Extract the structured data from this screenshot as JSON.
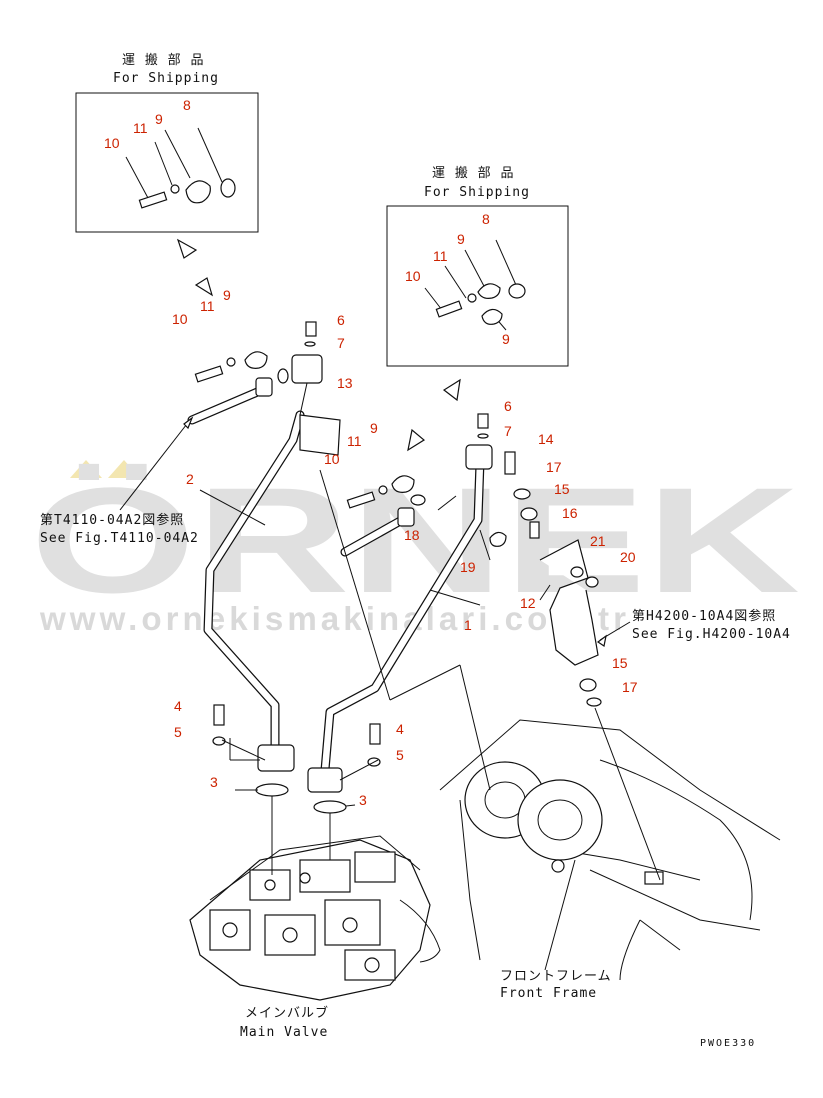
{
  "watermark": {
    "brand": "ÖRNEK",
    "url": "www.ornekismakinalari.com.tr"
  },
  "shipping_box_1": {
    "title_jp": "運 搬 部 品",
    "title_en": "For Shipping",
    "callouts": [
      "8",
      "9",
      "11",
      "10"
    ]
  },
  "shipping_box_2": {
    "title_jp": "運 搬 部 品",
    "title_en": "For Shipping",
    "callouts": [
      "8",
      "9",
      "11",
      "10",
      "9"
    ]
  },
  "references": {
    "ref_left_jp": "第T4110-04A2図参照",
    "ref_left_en": "See Fig.T4110-04A2",
    "ref_right_jp": "第H4200-10A4図参照",
    "ref_right_en": "See Fig.H4200-10A4"
  },
  "assemblies": {
    "main_valve_jp": "メインバルブ",
    "main_valve_en": "Main Valve",
    "front_frame_jp": "フロントフレーム",
    "front_frame_en": "Front Frame"
  },
  "callouts": {
    "c10a": "10",
    "c11a": "11",
    "c9a": "9",
    "c6a": "6",
    "c7a": "7",
    "c13": "13",
    "c2": "2",
    "c10b": "10",
    "c11b": "11",
    "c9b": "9",
    "c6b": "6",
    "c7b": "7",
    "c14": "14",
    "c17a": "17",
    "c15a": "15",
    "c16": "16",
    "c18": "18",
    "c19": "19",
    "c21": "21",
    "c20": "20",
    "c12": "12",
    "c1": "1",
    "c15b": "15",
    "c17b": "17",
    "c4a": "4",
    "c5a": "5",
    "c3a": "3",
    "c4b": "4",
    "c5b": "5",
    "c3b": "3"
  },
  "drawing_code": "PWOE330"
}
